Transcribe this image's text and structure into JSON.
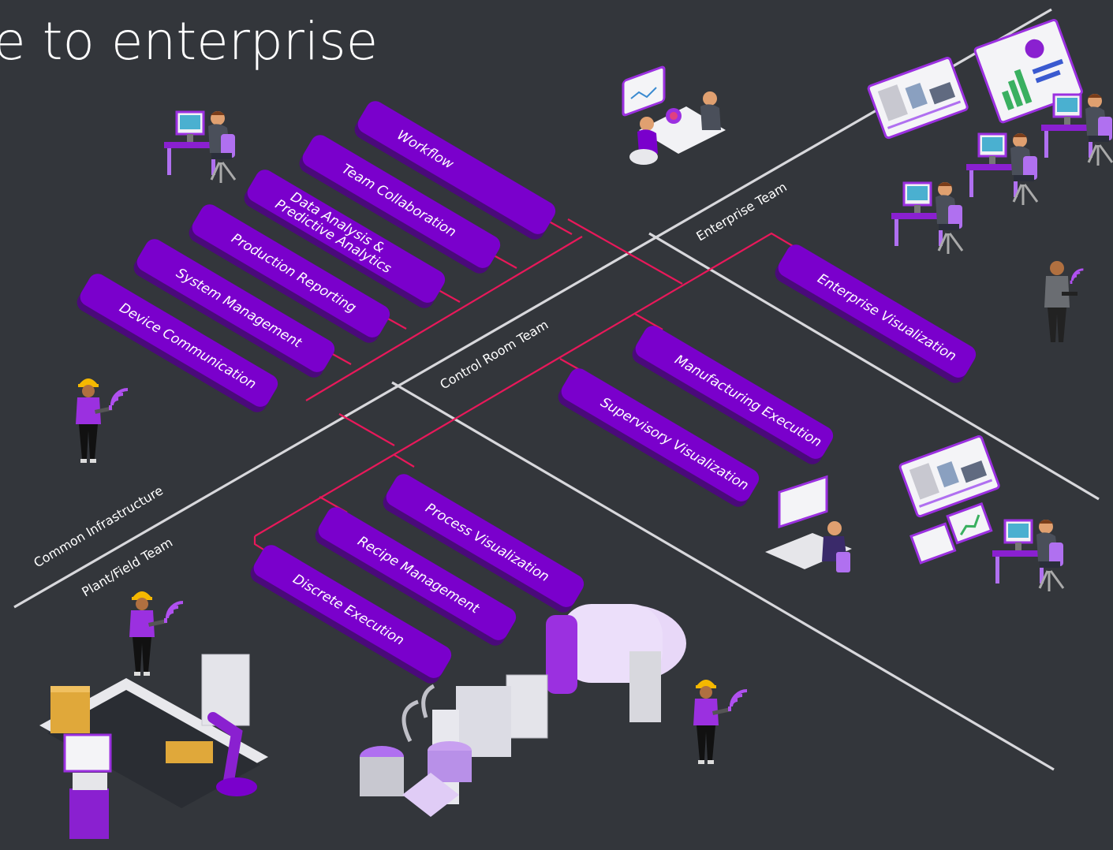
{
  "title": "e to enterprise",
  "colors": {
    "background": "#33363b",
    "tile": "#7a00cc",
    "tile_shadow": "#4a0a7a",
    "connector": "#e8185a",
    "axis_line": "#d8d8dc",
    "person_shirt": "#9b30e0",
    "helmet": "#f5b800"
  },
  "teams": {
    "enterprise": "Enterprise Team",
    "control_room": "Control Room Team",
    "common_infrastructure": "Common Infrastructure",
    "plant_field": "Plant/Field Team"
  },
  "modules": {
    "workflow": "Workflow",
    "team_collaboration": "Team Collaboration",
    "data_analysis_line1": "Data Analysis &",
    "data_analysis_line2": "Predictive Analytics",
    "production_reporting": "Production Reporting",
    "system_management": "System Management",
    "device_communication": "Device Communication",
    "enterprise_visualization": "Enterprise Visualization",
    "manufacturing_execution": "Manufacturing Execution",
    "supervisory_visualization": "Supervisory Visualization",
    "process_visualization": "Process Visualization",
    "recipe_management": "Recipe Management",
    "discrete_execution": "Discrete Execution"
  },
  "icons": [
    "office-worker-icon",
    "meeting-table-icon",
    "dashboard-display-icon",
    "field-worker-icon",
    "wifi-signal-icon",
    "tablet-user-icon",
    "control-room-workstation-icon",
    "conveyor-robot-arm-icon",
    "process-plant-tanks-icon"
  ]
}
